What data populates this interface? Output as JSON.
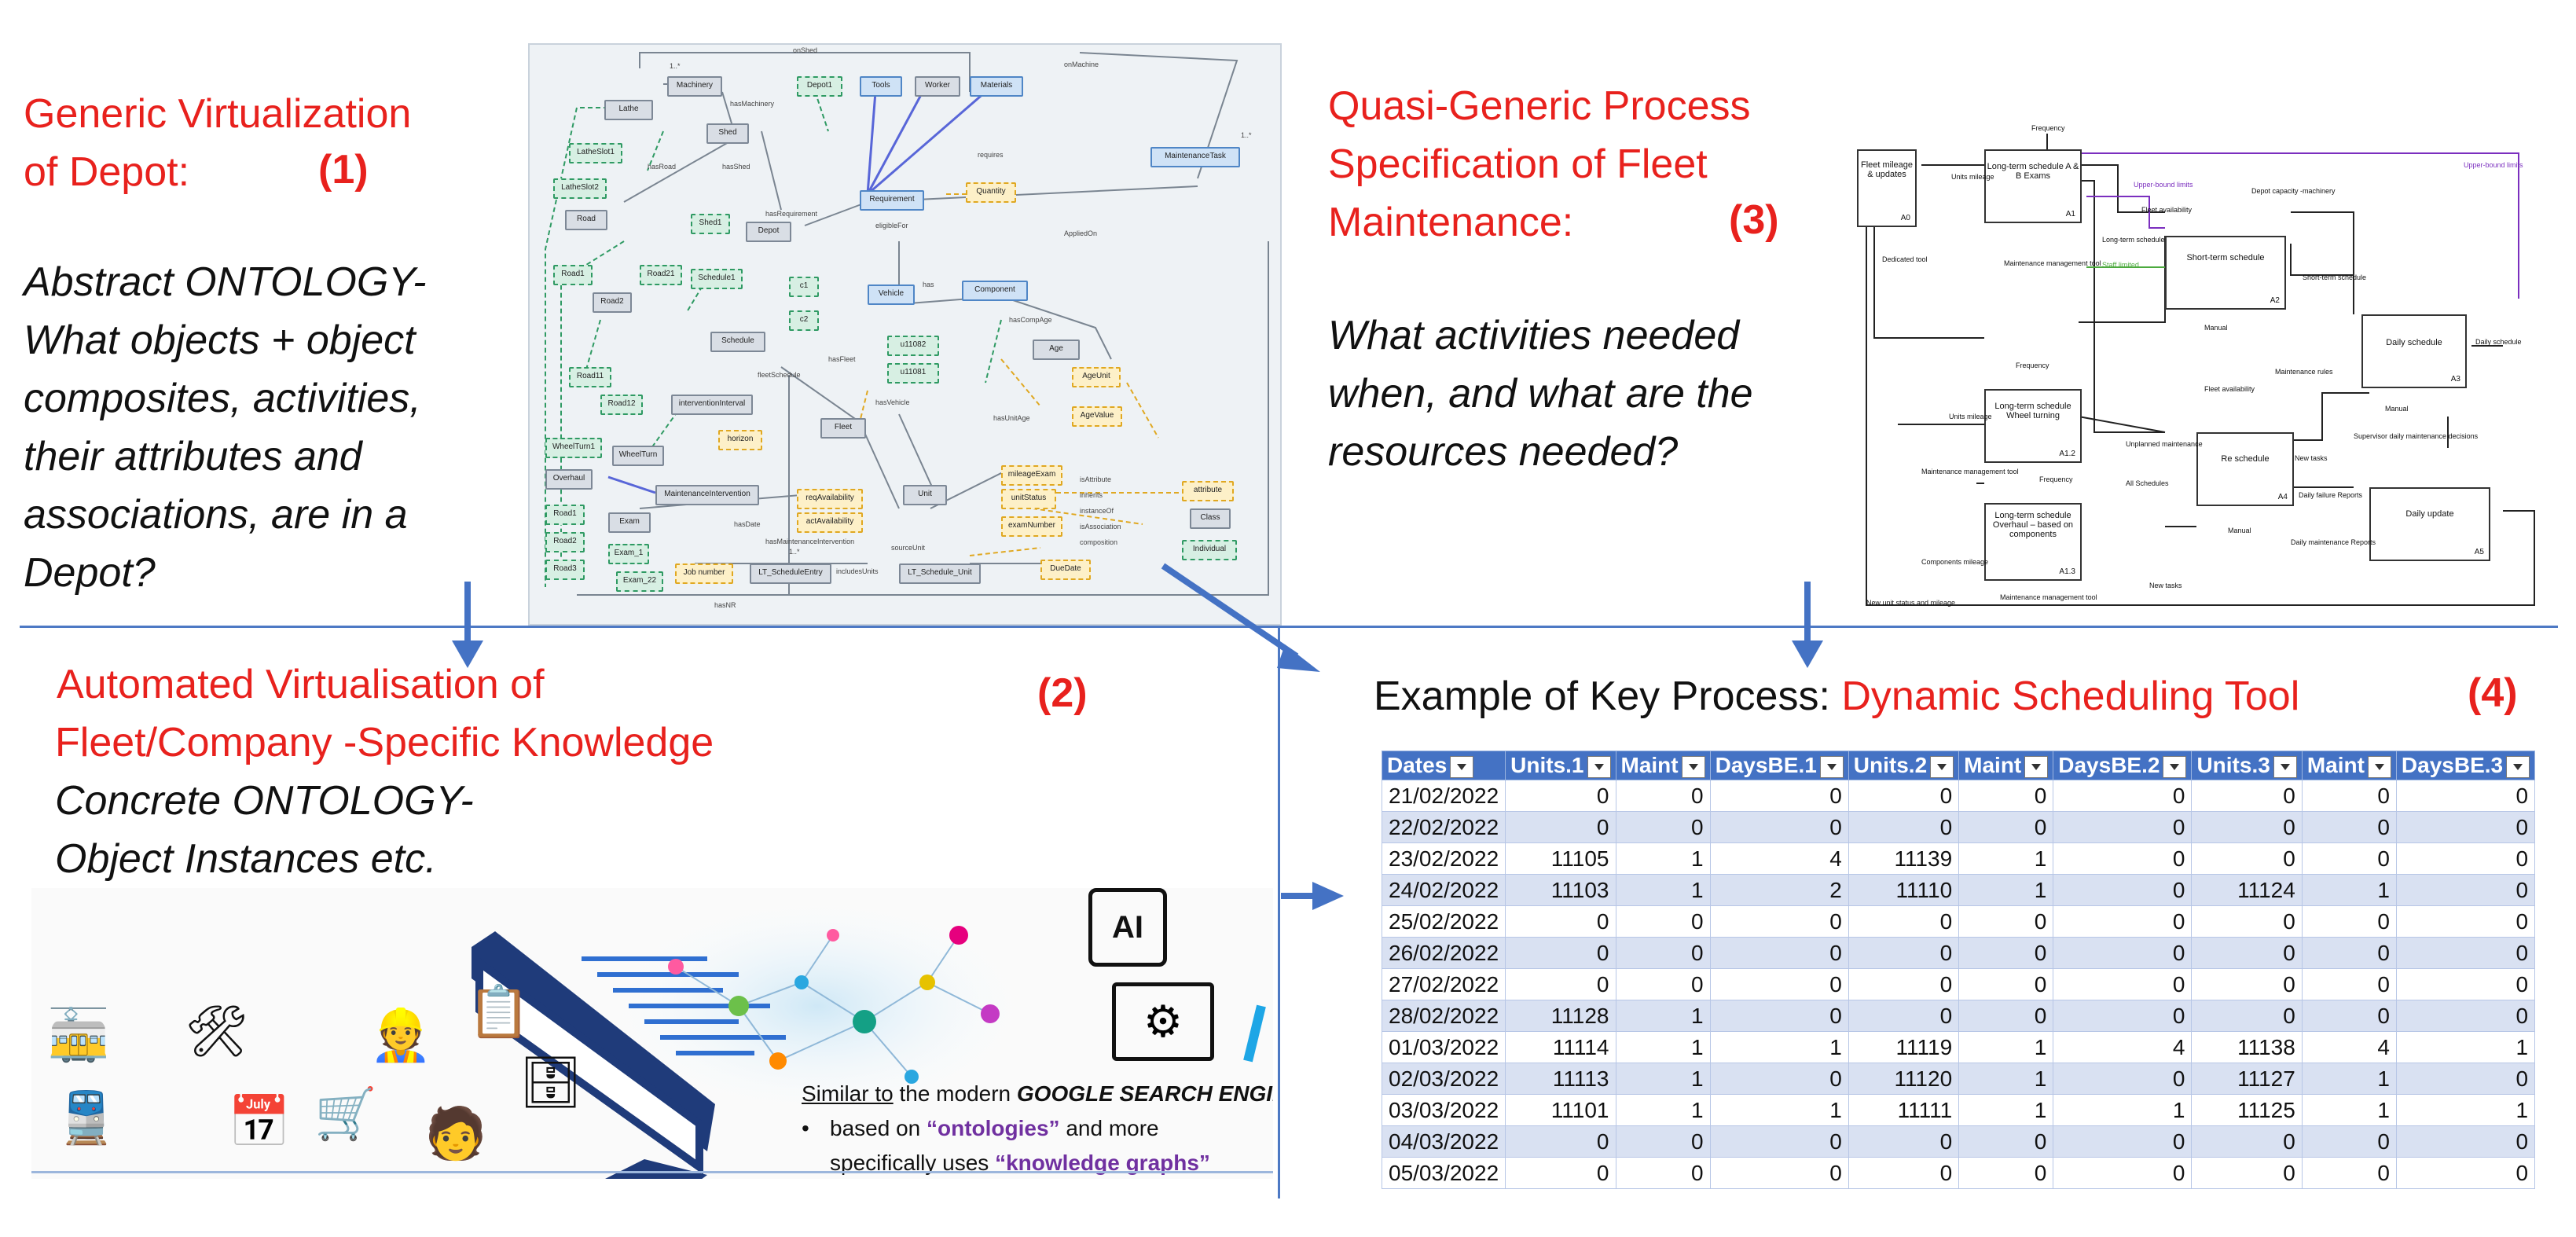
{
  "q1": {
    "title_line1": "Generic Virtualization",
    "title_line2": "of Depot:",
    "number": "(1)",
    "body": [
      "Abstract ONTOLOGY-",
      "What objects + object",
      "composites, activities,",
      "their attributes and",
      "associations, are in a",
      "Depot?"
    ]
  },
  "q2": {
    "title_line1": "Automated Virtualisation of",
    "title_line2": "Fleet/Company -Specific Knowledge",
    "number": "(2)",
    "body": [
      "Concrete ONTOLOGY-",
      "Object Instances etc."
    ],
    "search_text_prefix": "Similar to",
    "search_text_rest": " the modern ",
    "search_text_bold": "GOOGLE SEARCH ENGINE",
    "bullet_prefix": "based on ",
    "bullet_quote1": "“ontologies”",
    "bullet_mid": " and more",
    "bullet_line2_prefix": "specifically uses ",
    "bullet_quote2": "“knowledge graphs”",
    "ai_label": "AI"
  },
  "q3": {
    "title_line1": "Quasi-Generic Process",
    "title_line2": "Specification of Fleet",
    "title_line3": "Maintenance:",
    "number": "(3)",
    "body": [
      "What activities needed",
      "when, and what are the",
      "resources needed?"
    ]
  },
  "q4": {
    "prefix": "Example of Key Process: ",
    "highlight": "Dynamic Scheduling Tool",
    "number": "(4)"
  },
  "ontology": {
    "nodes": {
      "lathe": "Lathe",
      "machinery": "Machinery",
      "depot1": "Depot1",
      "tools": "Tools",
      "worker": "Worker",
      "materials": "Materials",
      "shed": "Shed",
      "lathe_slot1": "LatheSlot1",
      "lathe_slot2": "LatheSlot2",
      "road": "Road",
      "shed1": "Shed1",
      "depot": "Depot",
      "requirement": "Requirement",
      "quantity": "Quantity",
      "maintenance_task": "MaintenanceTask",
      "road1": "Road1",
      "road21": "Road21",
      "schedule1": "Schedule1",
      "c1": "c1",
      "vehicle": "Vehicle",
      "component": "Component",
      "road2": "Road2",
      "c2": "c2",
      "schedule": "Schedule",
      "u11082": "u11082",
      "u11081": "u11081",
      "age": "Age",
      "road11": "Road11",
      "age_unit": "AgeUnit",
      "road12": "Road12",
      "intervention_interval": "interventionInterval",
      "horizon": "horizon",
      "fleet": "Fleet",
      "age_value": "AgeValue",
      "wheel_turn1": "WheelTurn1",
      "wheel_turn": "WheelTurn",
      "overhaul": "Overhaul",
      "maintenance_intervention": "MaintenanceIntervention",
      "req_availability": "reqAvailability",
      "unit": "Unit",
      "mileage_exam": "mileageExam",
      "unit_status": "unitStatus",
      "act_availability": "actAvailability",
      "exam_number": "examNumber",
      "road1b": "Road1",
      "exam": "Exam",
      "road2b": "Road2",
      "road3": "Road3",
      "exam1": "Exam_1",
      "exam22": "Exam_22",
      "job_number": "Job number",
      "lt_schedule_entry": "LT_ScheduleEntry",
      "lt_schedule_unit": "LT_Schedule_Unit",
      "due_date": "DueDate",
      "attribute": "attribute",
      "class": "Class",
      "individual": "Individual"
    },
    "edges": {
      "on_shed": "onShed",
      "on_machine": "onMachine",
      "has_machinery": "hasMachinery",
      "has_road": "hasRoad",
      "has_shed": "hasShed",
      "requires": "requires",
      "has_requirement": "hasRequirement",
      "eligible_for": "eligibleFor",
      "has": "has",
      "applied_on": "AppliedOn",
      "has_comp_age": "hasCompAge",
      "has_fleet": "hasFleet",
      "fleet_schedule": "fleetSchedule",
      "has_vehicle": "hasVehicle",
      "has_unit_age": "hasUnitAge",
      "has_date": "hasDate",
      "source_unit": "sourceUnit",
      "has_maintenance_intervention": "hasMaintenanceIntervention",
      "includes_units": "includesUnits",
      "has_nr": "hasNR",
      "is_attribute": "isAttribute",
      "inherits": "inherits",
      "instance_of": "instanceOf",
      "is_association": "isAssociation",
      "composition": "composition",
      "mult": "1..*"
    }
  },
  "idef0": {
    "boxes": {
      "a0": {
        "label": "Fleet mileage & updates",
        "id": "A0"
      },
      "a1": {
        "label": "Long-term schedule A & B Exams",
        "id": "A1"
      },
      "a2": {
        "label": "Short-term schedule",
        "id": "A2"
      },
      "a3": {
        "label": "Daily schedule",
        "id": "A3"
      },
      "a12": {
        "label": "Long-term schedule Wheel turning",
        "id": "A1.2"
      },
      "a4": {
        "label": "Re schedule",
        "id": "A4"
      },
      "a13": {
        "label": "Long-term schedule Overhaul – based on components",
        "id": "A1.3"
      },
      "a5": {
        "label": "Daily update",
        "id": "A5"
      }
    },
    "labels": {
      "frequency": "Frequency",
      "units_mileage": "Units mileage",
      "dedicated_tool": "Dedicated tool",
      "upper_bound": "Upper-bound limits",
      "depot_capacity": "Depot capacity -machinery",
      "fleet_availability": "Fleet availability",
      "long_term_schedule": "Long-term schedule",
      "staff_limited": "Staff limited",
      "maintenance_mgmt_tool": "Maintenance management tool",
      "short_term_schedule": "Short-term schedule",
      "daily_schedule": "Daily schedule",
      "manual": "Manual",
      "maintenance_rules": "Maintenance rules",
      "unplanned_maintenance": "Unplanned maintenance",
      "new_tasks": "New tasks",
      "all_schedules": "All Schedules",
      "supervisor": "Supervisor daily maintenance decisions",
      "daily_failure_reports": "Daily failure Reports",
      "daily_maintenance_reports": "Daily maintenance Reports",
      "components_mileage": "Components mileage",
      "new_unit_status": "New unit status and mileage"
    }
  },
  "table": {
    "headers": [
      "Dates",
      "Units.1",
      "Maint",
      "DaysBE.1",
      "Units.2",
      "Maint",
      "DaysBE.2",
      "Units.3",
      "Maint",
      "DaysBE.3"
    ],
    "rows": [
      [
        "21/02/2022",
        "0",
        "0",
        "0",
        "0",
        "0",
        "0",
        "0",
        "0",
        "0"
      ],
      [
        "22/02/2022",
        "0",
        "0",
        "0",
        "0",
        "0",
        "0",
        "0",
        "0",
        "0"
      ],
      [
        "23/02/2022",
        "11105",
        "1",
        "4",
        "11139",
        "1",
        "0",
        "0",
        "0",
        "0"
      ],
      [
        "24/02/2022",
        "11103",
        "1",
        "2",
        "11110",
        "1",
        "0",
        "11124",
        "1",
        "0"
      ],
      [
        "25/02/2022",
        "0",
        "0",
        "0",
        "0",
        "0",
        "0",
        "0",
        "0",
        "0"
      ],
      [
        "26/02/2022",
        "0",
        "0",
        "0",
        "0",
        "0",
        "0",
        "0",
        "0",
        "0"
      ],
      [
        "27/02/2022",
        "0",
        "0",
        "0",
        "0",
        "0",
        "0",
        "0",
        "0",
        "0"
      ],
      [
        "28/02/2022",
        "11128",
        "1",
        "0",
        "0",
        "0",
        "0",
        "0",
        "0",
        "0"
      ],
      [
        "01/03/2022",
        "11114",
        "1",
        "1",
        "11119",
        "1",
        "4",
        "11138",
        "4",
        "1"
      ],
      [
        "02/03/2022",
        "11113",
        "1",
        "0",
        "11120",
        "1",
        "0",
        "11127",
        "1",
        "0"
      ],
      [
        "03/03/2022",
        "11101",
        "1",
        "1",
        "11111",
        "1",
        "1",
        "11125",
        "1",
        "1"
      ],
      [
        "04/03/2022",
        "0",
        "0",
        "0",
        "0",
        "0",
        "0",
        "0",
        "0",
        "0"
      ],
      [
        "05/03/2022",
        "0",
        "0",
        "0",
        "0",
        "0",
        "0",
        "0",
        "0",
        "0"
      ]
    ]
  },
  "icons": {
    "rail": "rail-track-icon",
    "tools": "tools-gear-icon",
    "worker": "worker-icon",
    "checklist": "checklist-icon",
    "train": "train-icon",
    "calendar": "calendar-icon",
    "trolley": "trolley-icon",
    "database": "database-icon",
    "operator": "operator-icon",
    "ai": "ai-chip-icon",
    "settings": "settings-cursor-icon"
  },
  "colors": {
    "accent_red": "#e8211d",
    "divider_blue": "#4d79c4",
    "arrow_blue": "#4472c4",
    "table_header": "#4472c4"
  }
}
